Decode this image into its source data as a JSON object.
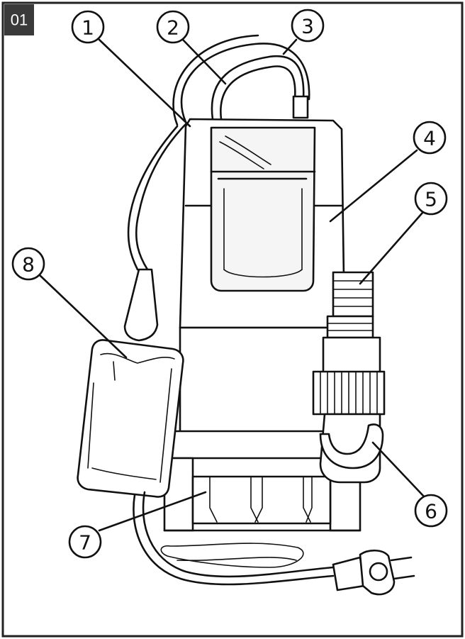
{
  "figure": {
    "badge": "01",
    "callouts": [
      {
        "label": "1"
      },
      {
        "label": "2"
      },
      {
        "label": "3"
      },
      {
        "label": "4"
      },
      {
        "label": "5"
      },
      {
        "label": "6"
      },
      {
        "label": "7"
      },
      {
        "label": "8"
      }
    ]
  }
}
